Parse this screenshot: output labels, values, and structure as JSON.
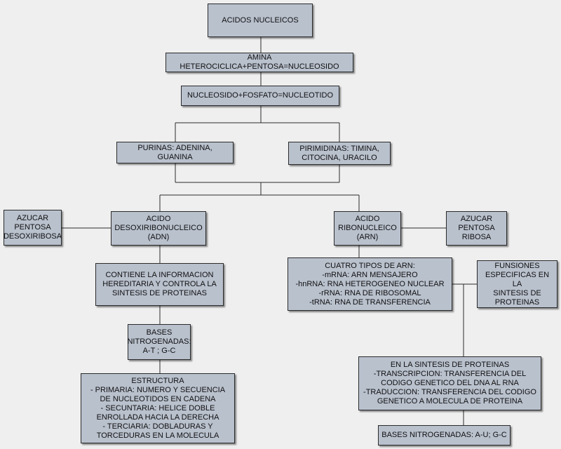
{
  "nodes": {
    "acidos_nucleicos": "ACIDOS NUCLEICOS",
    "nucleosido": "AMINA HETEROCICLICA+PENTOSA=NUCLEOSIDO",
    "nucleotido": "NUCLEOSIDO+FOSFATO=NUCLEOTIDO",
    "purinas": "PURINAS: ADENINA, GUANINA",
    "pirimidinas": "PIRIMIDINAS: TIMINA,\nCITOCINA, URACILO",
    "azucar_desoxiribosa": "AZUCAR\nPENTOSA\nDESOXIRIBOSA",
    "adn": "ACIDO\nDESOXIRIBONUCLEICO\n(ADN)",
    "arn": "ACIDO\nRIBONUCLEICO\n(ARN)",
    "azucar_ribosa": "AZUCAR\nPENTOSA\nRIBOSA",
    "adn_info": "CONTIENE LA INFORMACION\nHEREDITARIA Y CONTROLA LA\nSINTESIS DE PROTEINAS",
    "arn_tipos": "CUATRO TIPOS DE ARN:\n-mRNA: ARN MENSAJERO\n-hnRNA: RNA HETEROGENEO NUCLEAR\n-rRNA: RNA DE RIBOSOMAL\n-tRNA: RNA DE TRANSFERENCIA",
    "funsiones": "FUNSIONES\nESPECIFICAS EN LA\nSINTESIS DE\nPROTEINAS",
    "bases_adn": "BASES\nNITROGENADAS:\nA-T ; G-C",
    "estructura": "ESTRUCTURA\n- PRIMARIA: NUMERO Y SECUENCIA\nDE NUCLEOTIDOS EN CADENA\n- SECUNTARIA: HELICE DOBLE\nENROLLADA HACIA LA DERECHA\n- TERCIARIA: DOBLADURAS Y\nTORCEDURAS EN LA MOLECULA",
    "sintesis": "EN LA SINTESIS DE PROTEINAS\n-TRANSCRIPCION: TRANSFERENCIA DEL\nCODIGO GENETICO DEL DNA AL RNA\n-TRADUCCION: TRANSFERENCIA DEL CODIGO\nGENETICO A MOLECULA DE PROTEINA",
    "bases_arn": "BASES NITROGENADAS: A-U; G-C"
  },
  "colors": {
    "box_fill": "#b9c1cd",
    "line": "#2b2b2b",
    "background": "#efefef"
  }
}
